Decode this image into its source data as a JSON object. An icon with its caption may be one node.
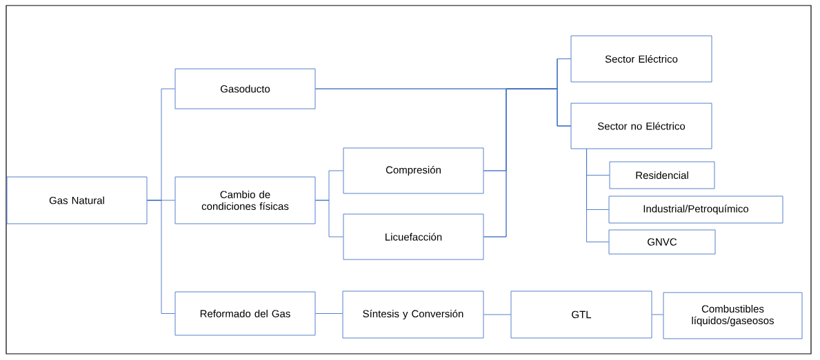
{
  "diagram": {
    "nodes": [
      {
        "text": [
          "Gas Natural"
        ]
      },
      {
        "text": [
          "Gasoducto"
        ]
      },
      {
        "text": [
          "Cambio de condiciones físicas"
        ]
      },
      {
        "text": [
          "Reformado del Gas"
        ]
      },
      {
        "text": [
          "Compresión"
        ]
      },
      {
        "text": [
          "Licuefacción"
        ]
      },
      {
        "text": [
          "Sector Eléctrico"
        ]
      },
      {
        "text": [
          "Sector no Eléctrico"
        ]
      },
      {
        "text": [
          "Residencial"
        ]
      },
      {
        "text": [
          "Industrial/Petroquímico"
        ]
      },
      {
        "text": [
          "GNVC"
        ]
      },
      {
        "text": [
          "Síntesis y Conversión"
        ]
      },
      {
        "text": [
          "GTL"
        ]
      },
      {
        "text": [
          "Combustibles líquidos/gaseosos"
        ]
      }
    ],
    "edges": [
      {
        "from": 0,
        "to": 1,
        "arrow": "none"
      },
      {
        "from": 0,
        "to": 2,
        "arrow": "none"
      },
      {
        "from": 0,
        "to": 3,
        "arrow": "none"
      },
      {
        "from": 2,
        "to": 4,
        "arrow": "none"
      },
      {
        "from": 2,
        "to": 5,
        "arrow": "none"
      },
      {
        "from": 1,
        "to": 6,
        "arrow": "none"
      },
      {
        "from": 1,
        "to": 7,
        "arrow": "none"
      },
      {
        "from": 4,
        "to": 6,
        "arrow": "none"
      },
      {
        "from": 4,
        "to": 7,
        "arrow": "none"
      },
      {
        "from": 5,
        "to": 6,
        "arrow": "none"
      },
      {
        "from": 5,
        "to": 7,
        "arrow": "none"
      },
      {
        "from": 7,
        "to": 8,
        "arrow": "none"
      },
      {
        "from": 7,
        "to": 9,
        "arrow": "none"
      },
      {
        "from": 7,
        "to": 10,
        "arrow": "none"
      },
      {
        "from": 3,
        "to": 11,
        "arrow": "none"
      },
      {
        "from": 11,
        "to": 12,
        "arrow": "none"
      },
      {
        "from": 12,
        "to": 13,
        "arrow": "none"
      }
    ]
  }
}
